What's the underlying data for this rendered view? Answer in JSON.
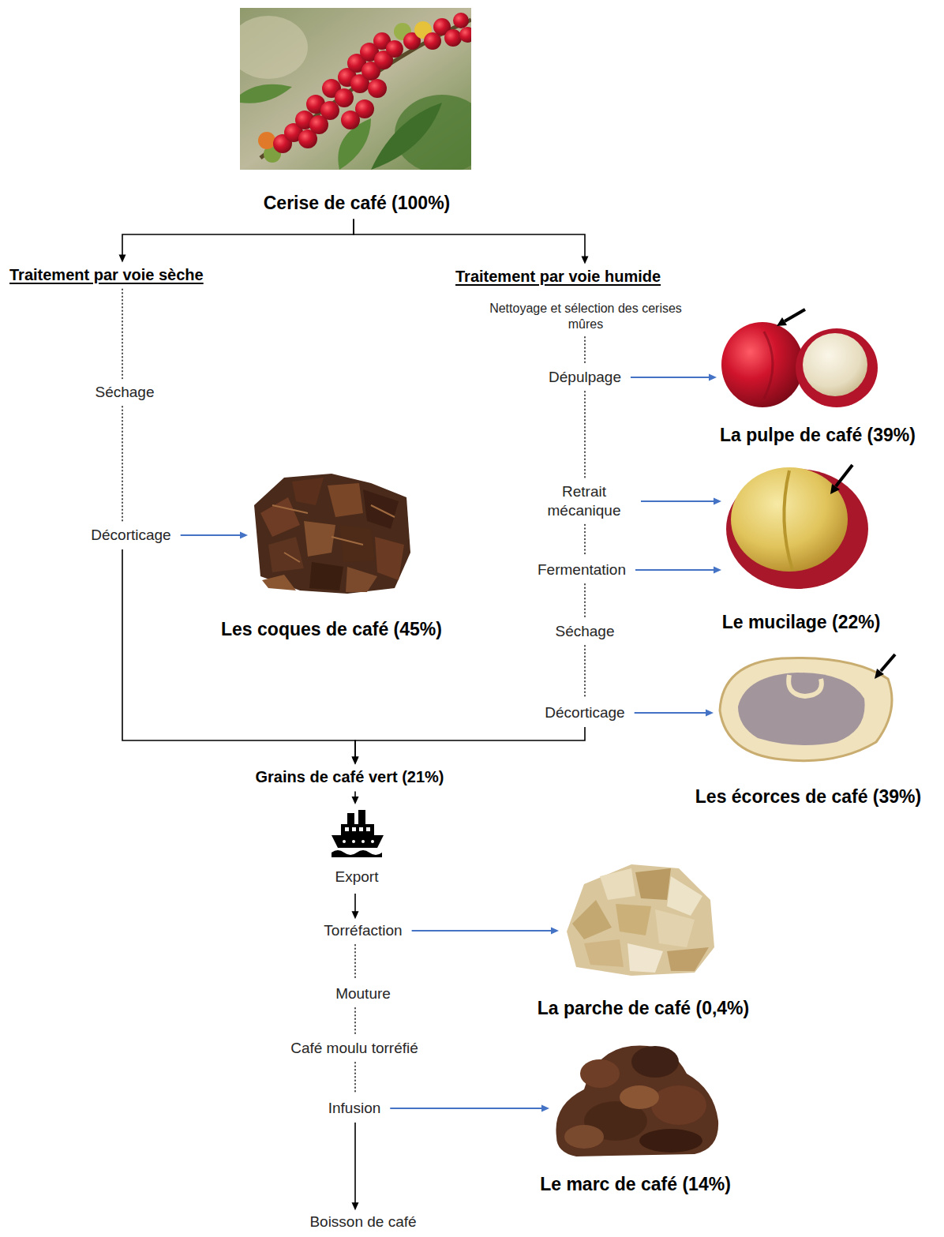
{
  "diagram": {
    "nodes": [
      {
        "text": [
          "Cerise de café (100%)"
        ]
      },
      {
        "text": [
          "Traitement par voie sèche"
        ]
      },
      {
        "text": [
          "Traitement par voie humide"
        ]
      },
      {
        "text": [
          "Nettoyage et sélection des cerises mûres"
        ]
      },
      {
        "text": [
          "Séchage"
        ]
      },
      {
        "text": [
          "Dépulpage"
        ]
      },
      {
        "text": [
          "La pulpe de café (39%)"
        ]
      },
      {
        "text": [
          "Décorticage"
        ]
      },
      {
        "text": [
          "Retrait mécanique"
        ]
      },
      {
        "text": [
          "Les coques de café (45%)"
        ]
      },
      {
        "text": [
          "Fermentation"
        ]
      },
      {
        "text": [
          "Le mucilage (22%)"
        ]
      },
      {
        "text": [
          "Séchage"
        ]
      },
      {
        "text": [
          "Décorticage"
        ]
      },
      {
        "text": [
          "Les écorces de café (39%)"
        ]
      },
      {
        "text": [
          "Grains de café vert (21%)"
        ]
      },
      {
        "text": [
          "Export"
        ]
      },
      {
        "text": [
          "Torréfaction"
        ]
      },
      {
        "text": [
          "La parche de café (0,4%)"
        ]
      },
      {
        "text": [
          "Mouture"
        ]
      },
      {
        "text": [
          "Café moulu torréfié"
        ]
      },
      {
        "text": [
          "Infusion"
        ]
      },
      {
        "text": [
          "Le marc de café (14%)"
        ]
      },
      {
        "text": [
          "Boisson de café"
        ]
      }
    ],
    "edges": [
      {
        "from": 0,
        "to": 1,
        "arrow": "to"
      },
      {
        "from": 0,
        "to": 2,
        "arrow": "to"
      },
      {
        "from": 1,
        "to": 4,
        "arrow": "none"
      },
      {
        "from": 4,
        "to": 7,
        "arrow": "none"
      },
      {
        "from": 7,
        "to": 9,
        "arrow": "to"
      },
      {
        "from": 3,
        "to": 5,
        "arrow": "none"
      },
      {
        "from": 5,
        "to": 6,
        "arrow": "to"
      },
      {
        "from": 5,
        "to": 8,
        "arrow": "none"
      },
      {
        "from": 8,
        "to": 11,
        "arrow": "to"
      },
      {
        "from": 8,
        "to": 10,
        "arrow": "none"
      },
      {
        "from": 10,
        "to": 11,
        "arrow": "to"
      },
      {
        "from": 10,
        "to": 12,
        "arrow": "none"
      },
      {
        "from": 12,
        "to": 13,
        "arrow": "none"
      },
      {
        "from": 13,
        "to": 14,
        "arrow": "to"
      },
      {
        "from": 7,
        "to": 15,
        "arrow": "to"
      },
      {
        "from": 13,
        "to": 15,
        "arrow": "to"
      },
      {
        "from": 15,
        "to": 16,
        "arrow": "to"
      },
      {
        "from": 16,
        "to": 17,
        "arrow": "to"
      },
      {
        "from": 17,
        "to": 18,
        "arrow": "to"
      },
      {
        "from": 17,
        "to": 19,
        "arrow": "none"
      },
      {
        "from": 19,
        "to": 20,
        "arrow": "none"
      },
      {
        "from": 20,
        "to": 21,
        "arrow": "none"
      },
      {
        "from": 21,
        "to": 22,
        "arrow": "to"
      },
      {
        "from": 21,
        "to": 23,
        "arrow": "to"
      }
    ]
  }
}
